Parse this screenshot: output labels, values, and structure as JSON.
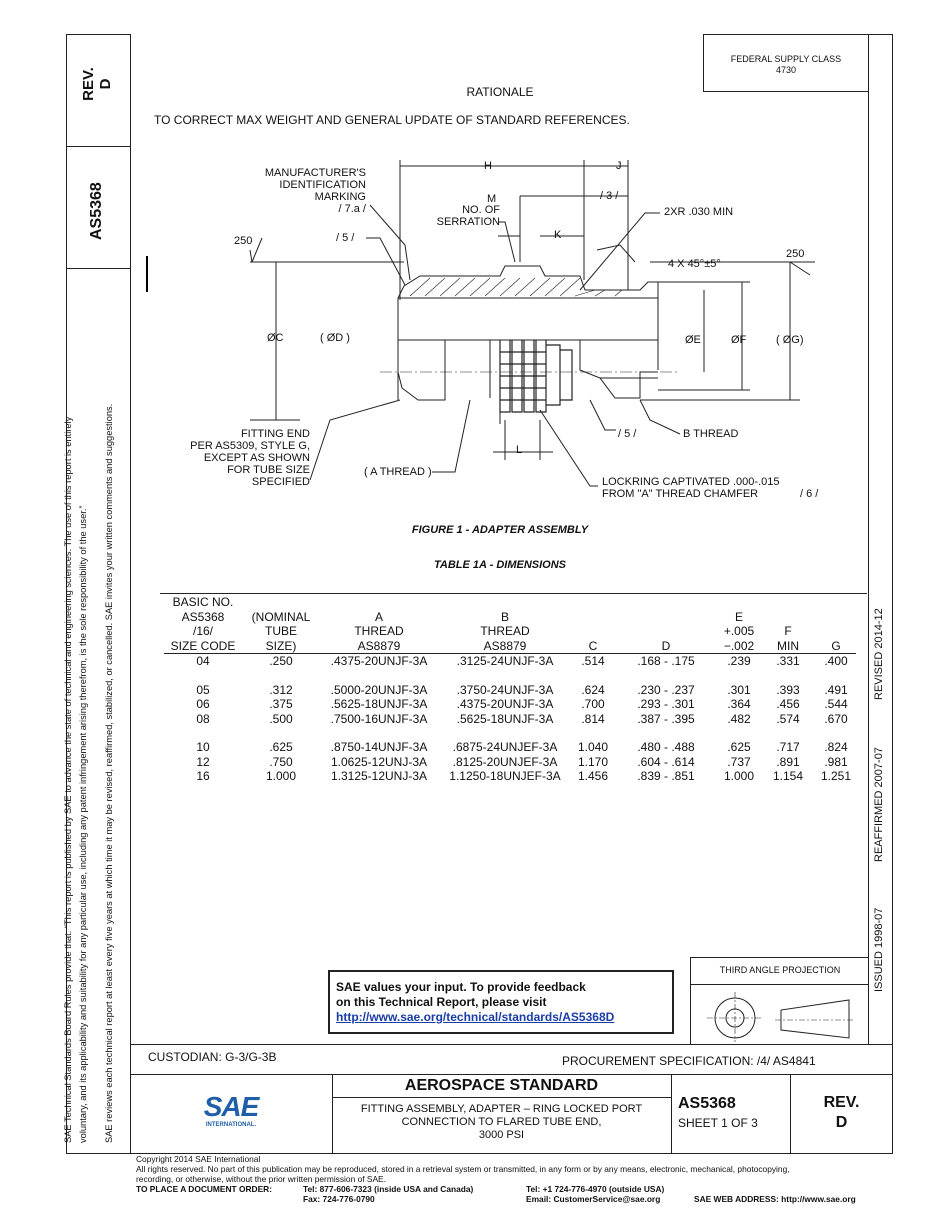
{
  "left_panel": {
    "rev_label": "REV.",
    "rev_value": "D",
    "doc_number": "AS5368",
    "disclaimer_1": "SAE Technical Standards Board Rules provide that: “This report is published by SAE to advance the state of technical and engineering sciences. The use of this report is entirely",
    "disclaimer_2": "voluntary, and its applicability and suitability for any particular use, including any patent infringement arising therefrom, is the sole responsibility of the user.”",
    "disclaimer_3": "SAE reviews each technical report at least every five years at which time it may be revised, reaffirmed, stabilized, or cancelled. SAE invites your written comments and suggestions."
  },
  "header": {
    "supply_class_label": "FEDERAL SUPPLY CLASS",
    "supply_class_value": "4730",
    "rationale_title": "RATIONALE",
    "rationale_text": "TO CORRECT MAX WEIGHT AND GENERAL UPDATE OF STANDARD REFERENCES."
  },
  "right_strip": {
    "issued": "ISSUED 1998-07",
    "reaffirmed": "REAFFIRMED 2007-07",
    "revised": "REVISED 2014-12"
  },
  "figure": {
    "caption": "FIGURE 1 - ADAPTER ASSEMBLY",
    "labels": {
      "mfr_1": "MANUFACTURER'S",
      "mfr_2": "IDENTIFICATION",
      "mfr_3": "MARKING",
      "mfr_4": "/ 7.a /",
      "h": "H",
      "j": "J",
      "m": "M",
      "serr_1": "NO. OF",
      "serr_2": "SERRATION",
      "ref3": "/ 3 /",
      "radius": "2XR .030 MIN",
      "k": "K",
      "ref5_top": "/ 5 /",
      "n250_left": "250",
      "chamfer": "4 X 45°±5°",
      "n250_right": "250",
      "dia_c": "ØC",
      "dia_d": "( ØD )",
      "dia_e": "ØE",
      "dia_f": "ØF",
      "dia_g": "( ØG)",
      "fit_1": "FITTING END",
      "fit_2": "PER AS5309, STYLE G,",
      "fit_3": "EXCEPT AS SHOWN",
      "fit_4": "FOR TUBE SIZE",
      "fit_5": "SPECIFIED",
      "ref5_bot": "/ 5 /",
      "b_thread": "B THREAD",
      "l": "L",
      "a_thread": "( A THREAD )",
      "lock_1": "LOCKRING CAPTIVATED .000-.015",
      "lock_2": "FROM \"A\" THREAD CHAMFER",
      "ref6": "/ 6 /"
    }
  },
  "table": {
    "title": "TABLE 1A - DIMENSIONS",
    "headers": [
      [
        "BASIC NO.",
        "AS5368",
        "/16/",
        "SIZE CODE"
      ],
      [
        "(NOMINAL",
        "TUBE",
        "SIZE)"
      ],
      [
        "A",
        "THREAD",
        "AS8879"
      ],
      [
        "B",
        "THREAD",
        "AS8879"
      ],
      [
        "C"
      ],
      [
        "D"
      ],
      [
        "E",
        "+.005",
        "−.002"
      ],
      [
        "F",
        "MIN"
      ],
      [
        "G"
      ]
    ],
    "rows": [
      [
        "04",
        ".250",
        ".4375-20UNJF-3A",
        ".3125-24UNJF-3A",
        ".514",
        ".168 - .175",
        ".239",
        ".331",
        ".400"
      ],
      [
        "05",
        ".312",
        ".5000-20UNJF-3A",
        ".3750-24UNJF-3A",
        ".624",
        ".230 - .237",
        ".301",
        ".393",
        ".491"
      ],
      [
        "06",
        ".375",
        ".5625-18UNJF-3A",
        ".4375-20UNJF-3A",
        ".700",
        ".293 - .301",
        ".364",
        ".456",
        ".544"
      ],
      [
        "08",
        ".500",
        ".7500-16UNJF-3A",
        ".5625-18UNJF-3A",
        ".814",
        ".387 - .395",
        ".482",
        ".574",
        ".670"
      ],
      [
        "10",
        ".625",
        ".8750-14UNJF-3A",
        ".6875-24UNJEF-3A",
        "1.040",
        ".480 - .488",
        ".625",
        ".717",
        ".824"
      ],
      [
        "12",
        ".750",
        "1.0625-12UNJ-3A",
        ".8125-20UNJEF-3A",
        "1.170",
        ".604 - .614",
        ".737",
        ".891",
        ".981"
      ],
      [
        "16",
        "1.000",
        "1.3125-12UNJ-3A",
        "1.1250-18UNJEF-3A",
        "1.456",
        ".839 - .851",
        "1.000",
        "1.154",
        "1.251"
      ]
    ]
  },
  "feedback": {
    "line1": "SAE values your input. To provide feedback",
    "line2": "on this Technical Report, please visit",
    "link": "http://www.sae.org/technical/standards/AS5368D"
  },
  "projection": {
    "label": "THIRD ANGLE PROJECTION"
  },
  "title_block": {
    "custodian": "CUSTODIAN: G-3/G-3B",
    "procurement": "PROCUREMENT SPECIFICATION: /4/ AS4841",
    "logo_text": "SAE",
    "logo_sub": "INTERNATIONAL.",
    "std_title": "AEROSPACE STANDARD",
    "desc_1": "FITTING ASSEMBLY, ADAPTER – RING LOCKED PORT",
    "desc_2": "CONNECTION TO FLARED TUBE END,",
    "desc_3": "3000 PSI",
    "doc_number": "AS5368",
    "sheet": "SHEET 1 OF 3",
    "rev_label": "REV.",
    "rev_value": "D"
  },
  "footer": {
    "copyright": "Copyright 2014 SAE International",
    "rights_1": "All rights reserved. No part of this publication may be reproduced, stored in a retrieval system or transmitted, in any form or by any means, electronic, mechanical, photocopying,",
    "rights_2": "recording, or otherwise, without the prior written permission of SAE.",
    "order_label": "TO PLACE A DOCUMENT ORDER:",
    "tel_usa": "Tel: 877-606-7323 (inside USA and Canada)",
    "fax": "Fax: 724-776-0790",
    "tel_out": "Tel: +1 724-776-4970 (outside USA)",
    "email": "Email: CustomerService@sae.org",
    "web": "SAE WEB ADDRESS: http://www.sae.org"
  },
  "colors": {
    "link": "#1a3da8",
    "logo_blue": "#1f5fa8",
    "line": "#222222"
  }
}
